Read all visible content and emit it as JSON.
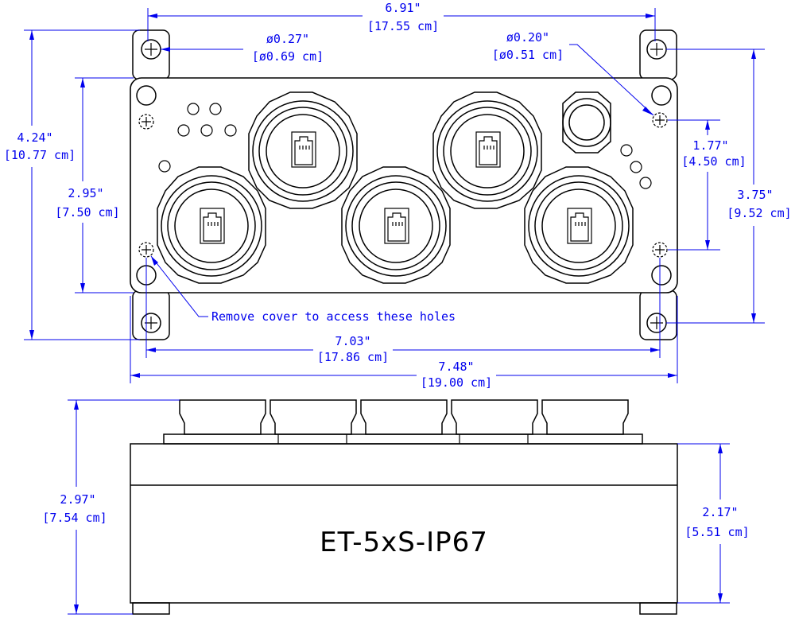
{
  "dimensions": {
    "top_hole_spacing": {
      "imperial": "6.91\"",
      "metric": "[17.55 cm]"
    },
    "mount_hole_dia": {
      "imperial": "ø0.27\"",
      "metric": "[ø0.69 cm]"
    },
    "cover_hole_dia": {
      "imperial": "ø0.20\"",
      "metric": "[ø0.51 cm]"
    },
    "overall_height": {
      "imperial": "4.24\"",
      "metric": "[10.77 cm]"
    },
    "body_height": {
      "imperial": "2.95\"",
      "metric": "[7.50 cm]"
    },
    "cover_hole_vertical": {
      "imperial": "1.77\"",
      "metric": "[4.50 cm]"
    },
    "mount_hole_vertical": {
      "imperial": "3.75\"",
      "metric": "[9.52 cm]"
    },
    "cover_hole_horizontal": {
      "imperial": "7.03\"",
      "metric": "[17.86 cm]"
    },
    "overall_width": {
      "imperial": "7.48\"",
      "metric": "[19.00 cm]"
    },
    "side_overall_height": {
      "imperial": "2.97\"",
      "metric": "[7.54 cm]"
    },
    "side_body_height": {
      "imperial": "2.17\"",
      "metric": "[5.51 cm]"
    }
  },
  "note": "Remove cover to access these holes",
  "model": "ET-5xS-IP67",
  "colors": {
    "dimension": "#0000ee",
    "outline": "#000000",
    "background": "#ffffff"
  }
}
